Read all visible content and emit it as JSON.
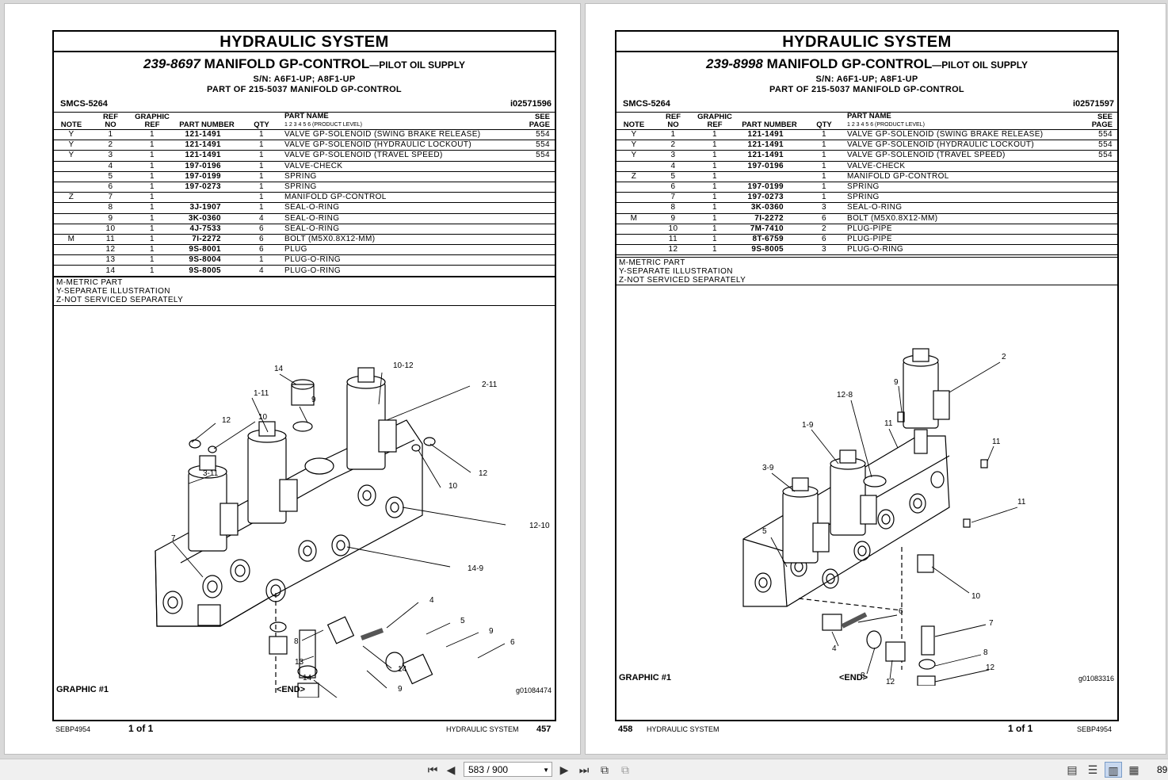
{
  "left": {
    "header": "HYDRAULIC SYSTEM",
    "part_no": "239-8697",
    "title_main": "MANIFOLD GP-CONTROL",
    "title_small": "—PILOT OIL SUPPLY",
    "sn": "S/N: A6F1-UP; A8F1-UP",
    "part_of": "PART OF 215-5037 MANIFOLD GP-CONTROL",
    "smcs": "SMCS-5264",
    "id": "i02571596",
    "columns": {
      "note": "NOTE",
      "ref1": "REF",
      "ref2": "NO",
      "graphic1": "GRAPHIC",
      "graphic2": "REF",
      "part_number": "PART NUMBER",
      "qty": "QTY",
      "part_name": "PART NAME",
      "levels": "1 2 3 4 5 6 (PRODUCT LEVEL)",
      "see1": "SEE",
      "see2": "PAGE"
    },
    "rows": [
      {
        "note": "Y",
        "ref": "1",
        "graphic": "1",
        "pn": "121-1491",
        "qty": "1",
        "name": "VALVE GP-SOLENOID (SWING BRAKE RELEASE)",
        "page": "554"
      },
      {
        "note": "Y",
        "ref": "2",
        "graphic": "1",
        "pn": "121-1491",
        "qty": "1",
        "name": "VALVE GP-SOLENOID (HYDRAULIC LOCKOUT)",
        "page": "554"
      },
      {
        "note": "Y",
        "ref": "3",
        "graphic": "1",
        "pn": "121-1491",
        "qty": "1",
        "name": "VALVE GP-SOLENOID (TRAVEL SPEED)",
        "page": "554"
      },
      {
        "note": "",
        "ref": "4",
        "graphic": "1",
        "pn": "197-0196",
        "qty": "1",
        "name": "VALVE-CHECK",
        "page": ""
      },
      {
        "note": "",
        "ref": "5",
        "graphic": "1",
        "pn": "197-0199",
        "qty": "1",
        "name": "SPRING",
        "page": ""
      },
      {
        "note": "",
        "ref": "6",
        "graphic": "1",
        "pn": "197-0273",
        "qty": "1",
        "name": "SPRING",
        "page": ""
      },
      {
        "note": "Z",
        "ref": "7",
        "graphic": "1",
        "pn": "",
        "qty": "1",
        "name": "MANIFOLD GP-CONTROL",
        "page": ""
      },
      {
        "note": "",
        "ref": "8",
        "graphic": "1",
        "pn": "3J-1907",
        "qty": "1",
        "name": "SEAL-O-RING",
        "page": ""
      },
      {
        "note": "",
        "ref": "9",
        "graphic": "1",
        "pn": "3K-0360",
        "qty": "4",
        "name": "SEAL-O-RING",
        "page": ""
      },
      {
        "note": "",
        "ref": "10",
        "graphic": "1",
        "pn": "4J-7533",
        "qty": "6",
        "name": "SEAL-O-RING",
        "page": ""
      },
      {
        "note": "M",
        "ref": "11",
        "graphic": "1",
        "pn": "7I-2272",
        "qty": "6",
        "name": "BOLT (M5X0.8X12-MM)",
        "page": ""
      },
      {
        "note": "",
        "ref": "12",
        "graphic": "1",
        "pn": "9S-8001",
        "qty": "6",
        "name": "PLUG",
        "page": ""
      },
      {
        "note": "",
        "ref": "13",
        "graphic": "1",
        "pn": "9S-8004",
        "qty": "1",
        "name": "PLUG-O-RING",
        "page": ""
      },
      {
        "note": "",
        "ref": "14",
        "graphic": "1",
        "pn": "9S-8005",
        "qty": "4",
        "name": "PLUG-O-RING",
        "page": ""
      }
    ],
    "notes": [
      "M-METRIC PART",
      "Y-SEPARATE ILLUSTRATION",
      "Z-NOT SERVICED SEPARATELY"
    ],
    "graphic_label": "GRAPHIC #1",
    "end_label": "<END>",
    "graphic_id": "g01084474",
    "callouts": [
      "14",
      "10-12",
      "1-11",
      "9",
      "2-11",
      "12",
      "10",
      "3-11",
      "12",
      "10",
      "12-10",
      "7",
      "14-9",
      "4",
      "5",
      "9",
      "8",
      "13",
      "6",
      "14",
      "14",
      "9"
    ],
    "foot_doc": "SEBP4954",
    "foot_of": "1 of 1",
    "foot_section": "HYDRAULIC SYSTEM",
    "foot_page": "457"
  },
  "right": {
    "header": "HYDRAULIC SYSTEM",
    "part_no": "239-8998",
    "title_main": "MANIFOLD GP-CONTROL",
    "title_small": "—PILOT OIL SUPPLY",
    "sn": "S/N: A6F1-UP; A8F1-UP",
    "part_of": "PART OF 215-5037 MANIFOLD GP-CONTROL",
    "smcs": "SMCS-5264",
    "id": "i02571597",
    "columns": {
      "note": "NOTE",
      "ref1": "REF",
      "ref2": "NO",
      "graphic1": "GRAPHIC",
      "graphic2": "REF",
      "part_number": "PART NUMBER",
      "qty": "QTY",
      "part_name": "PART NAME",
      "levels": "1 2 3 4 5 6 (PRODUCT LEVEL)",
      "see1": "SEE",
      "see2": "PAGE"
    },
    "rows": [
      {
        "note": "Y",
        "ref": "1",
        "graphic": "1",
        "pn": "121-1491",
        "qty": "1",
        "name": "VALVE GP-SOLENOID (SWING BRAKE RELEASE)",
        "page": "554"
      },
      {
        "note": "Y",
        "ref": "2",
        "graphic": "1",
        "pn": "121-1491",
        "qty": "1",
        "name": "VALVE GP-SOLENOID (HYDRAULIC LOCKOUT)",
        "page": "554"
      },
      {
        "note": "Y",
        "ref": "3",
        "graphic": "1",
        "pn": "121-1491",
        "qty": "1",
        "name": "VALVE GP-SOLENOID (TRAVEL SPEED)",
        "page": "554"
      },
      {
        "note": "",
        "ref": "4",
        "graphic": "1",
        "pn": "197-0196",
        "qty": "1",
        "name": "VALVE-CHECK",
        "page": ""
      },
      {
        "note": "Z",
        "ref": "5",
        "graphic": "1",
        "pn": "",
        "qty": "1",
        "name": "MANIFOLD GP-CONTROL",
        "page": ""
      },
      {
        "note": "",
        "ref": "6",
        "graphic": "1",
        "pn": "197-0199",
        "qty": "1",
        "name": "SPRING",
        "page": ""
      },
      {
        "note": "",
        "ref": "7",
        "graphic": "1",
        "pn": "197-0273",
        "qty": "1",
        "name": "SPRING",
        "page": ""
      },
      {
        "note": "",
        "ref": "8",
        "graphic": "1",
        "pn": "3K-0360",
        "qty": "3",
        "name": "SEAL-O-RING",
        "page": ""
      },
      {
        "note": "M",
        "ref": "9",
        "graphic": "1",
        "pn": "7I-2272",
        "qty": "6",
        "name": "BOLT (M5X0.8X12-MM)",
        "page": ""
      },
      {
        "note": "",
        "ref": "10",
        "graphic": "1",
        "pn": "7M-7410",
        "qty": "2",
        "name": "PLUG-PIPE",
        "page": ""
      },
      {
        "note": "",
        "ref": "11",
        "graphic": "1",
        "pn": "8T-6759",
        "qty": "6",
        "name": "PLUG-PIPE",
        "page": ""
      },
      {
        "note": "",
        "ref": "12",
        "graphic": "1",
        "pn": "9S-8005",
        "qty": "3",
        "name": "PLUG-O-RING",
        "page": ""
      }
    ],
    "notes": [
      "M-METRIC PART",
      "Y-SEPARATE ILLUSTRATION",
      "Z-NOT SERVICED SEPARATELY"
    ],
    "graphic_label": "GRAPHIC #1",
    "end_label": "<END>",
    "graphic_id": "g01083316",
    "callouts": [
      "2",
      "9",
      "12-8",
      "11",
      "1-9",
      "3-9",
      "11",
      "11",
      "5",
      "10",
      "6",
      "7",
      "4",
      "8",
      "8",
      "12",
      "12"
    ],
    "foot_page": "458",
    "foot_section": "HYDRAULIC SYSTEM",
    "foot_of": "1 of 1",
    "foot_doc": "SEBP4954"
  },
  "toolbar": {
    "page_value": "583 / 900",
    "zoom": "89",
    "icons": [
      "first-page-icon",
      "prev-page-icon",
      "next-page-icon",
      "last-page-icon",
      "fit-width-icon",
      "fit-page-icon",
      "single-page-icon",
      "facing-pages-icon",
      "continuous-icon",
      "thumbnail-icon"
    ]
  }
}
